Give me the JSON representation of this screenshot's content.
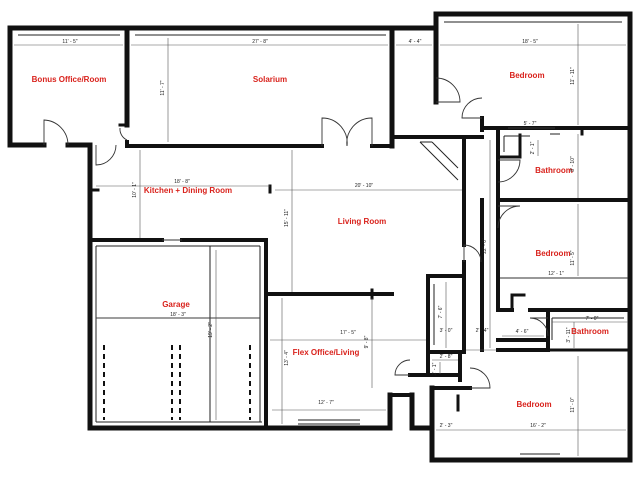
{
  "rooms": {
    "bonus_office": "Bonus Office/Room",
    "solarium": "Solarium",
    "bedroom_1": "Bedroom",
    "kitchen_dining": "Kitchen + Dining Room",
    "living_room": "Living Room",
    "bathroom_1": "Bathroom",
    "bedroom_2": "Bedroom",
    "garage": "Garage",
    "bathroom_2": "Bathroom",
    "flex_office": "Flex Office/Living",
    "bedroom_3": "Bedroom"
  },
  "dimensions": {
    "bonus_width": "11' - 5\"",
    "solarium_width": "27' - 8\"",
    "solarium_depth": "11' - 7\"",
    "hall_top_width": "4' - 4\"",
    "bedroom1_width": "18' - 5\"",
    "bedroom1_depth": "11' - 11\"",
    "bath1_width": "5' - 7\"",
    "bath1_small": "2' - 1\"",
    "bath1_depth": "8' - 10\"",
    "kitchen_width": "18' - 8\"",
    "kitchen_depth": "10' - 1\"",
    "living_width": "20' - 10\"",
    "living_depth": "15' - 11\"",
    "hall_depth": "22' - 0\"",
    "bedroom2_depth": "11' - 5\"",
    "bedroom2_width": "12' - 1\"",
    "garage_width": "18' - 3\"",
    "garage_depth": "19' - 2\"",
    "closet1_depth": "7' - 6\"",
    "closet1_width": "3' - 0\"",
    "hall_width": "2' - 4\"",
    "bath2_width": "7' - 0\"",
    "bath2_small": "4' - 6\"",
    "bath2_depth": "3' - 11\"",
    "flex_width": "17' - 5\"",
    "flex_inner_depth": "9' - 8\"",
    "flex_depth": "13' - 4\"",
    "closet2_width": "2' - 8\"",
    "closet2_depth": "2' - 1\"",
    "flex_bottom_width": "12' - 7\"",
    "bedroom3_small": "2' - 3\"",
    "bedroom3_width": "16' - 2\"",
    "bedroom3_depth": "11' - 0\""
  }
}
